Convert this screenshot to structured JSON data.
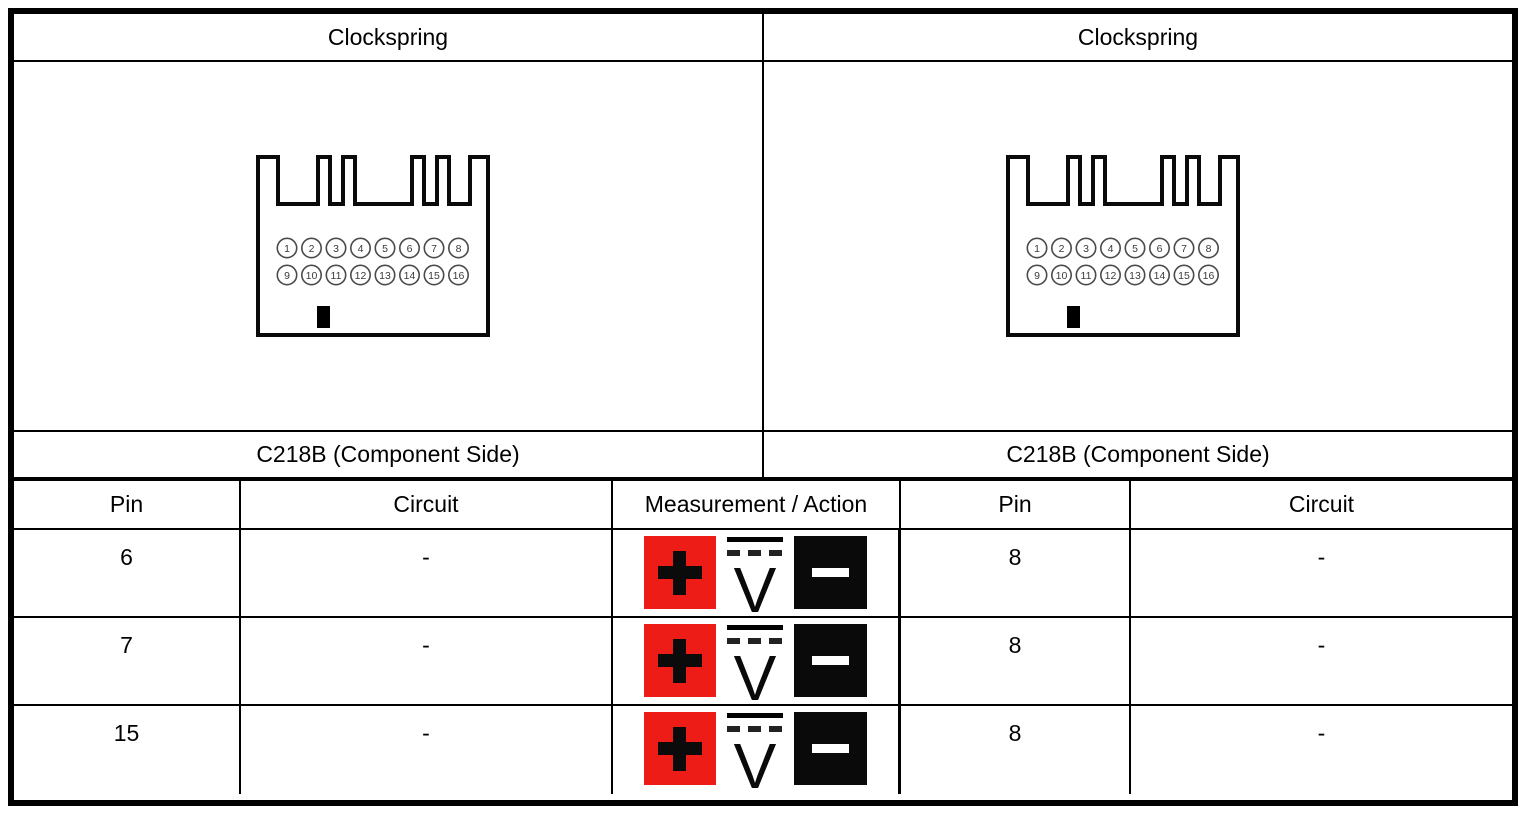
{
  "panels": [
    {
      "title": "Clockspring",
      "caption": "C218B (Component Side)"
    },
    {
      "title": "Clockspring",
      "caption": "C218B (Component Side)"
    }
  ],
  "connector": {
    "pins_row1": [
      "1",
      "2",
      "3",
      "4",
      "5",
      "6",
      "7",
      "8"
    ],
    "pins_row2": [
      "9",
      "10",
      "11",
      "12",
      "13",
      "14",
      "15",
      "16"
    ]
  },
  "test_table": {
    "headers": [
      "Pin",
      "Circuit",
      "Measurement / Action",
      "Pin",
      "Circuit"
    ],
    "rows": [
      {
        "left_pin": "6",
        "left_circuit": "-",
        "right_pin": "8",
        "right_circuit": "-"
      },
      {
        "left_pin": "7",
        "left_circuit": "-",
        "right_pin": "8",
        "right_circuit": "-"
      },
      {
        "left_pin": "15",
        "left_circuit": "-",
        "right_pin": "8",
        "right_circuit": "-"
      }
    ]
  },
  "icons": {
    "positive_lead": {
      "name": "positive-lead-icon",
      "glyph": "+"
    },
    "voltmeter": {
      "name": "dc-voltmeter-icon",
      "glyph": "V"
    },
    "negative_lead": {
      "name": "negative-lead-icon",
      "glyph": "−"
    }
  },
  "colors": {
    "positive_lead_red": "#ee1c17",
    "negative_lead_black": "#0a0a0a",
    "border_black": "#000000"
  }
}
